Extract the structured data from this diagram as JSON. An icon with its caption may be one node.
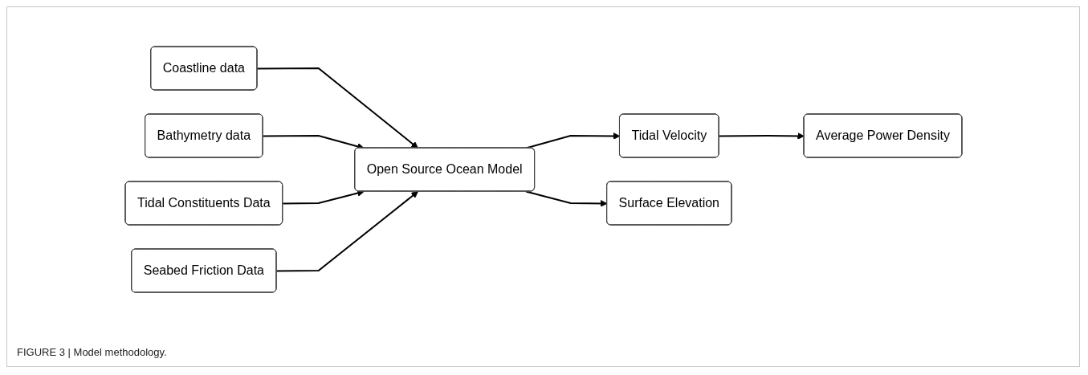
{
  "diagram": {
    "caption": "FIGURE 3 | Model methodology.",
    "nodes": [
      {
        "text": [
          "Coastline data"
        ]
      },
      {
        "text": [
          "Bathymetry data"
        ]
      },
      {
        "text": [
          "Tidal Constituents Data"
        ]
      },
      {
        "text": [
          "Seabed Friction Data"
        ]
      },
      {
        "text": [
          "Open Source Ocean Model"
        ]
      },
      {
        "text": [
          "Tidal Velocity"
        ]
      },
      {
        "text": [
          "Average Power Density"
        ]
      },
      {
        "text": [
          "Surface Elevation"
        ]
      }
    ],
    "edges": [
      {
        "from": 0,
        "to": 4,
        "arrow": "to"
      },
      {
        "from": 1,
        "to": 4,
        "arrow": "to"
      },
      {
        "from": 2,
        "to": 4,
        "arrow": "to"
      },
      {
        "from": 3,
        "to": 4,
        "arrow": "to"
      },
      {
        "from": 4,
        "to": 5,
        "arrow": "to"
      },
      {
        "from": 5,
        "to": 6,
        "arrow": "to"
      },
      {
        "from": 4,
        "to": 7,
        "arrow": "to"
      }
    ]
  }
}
